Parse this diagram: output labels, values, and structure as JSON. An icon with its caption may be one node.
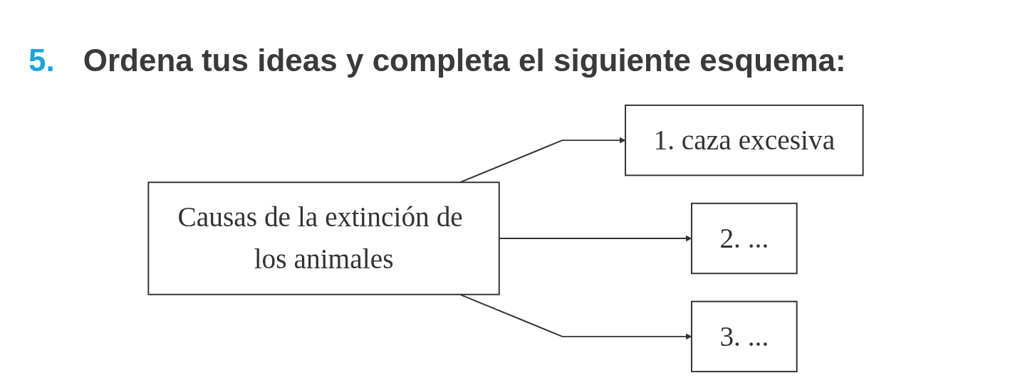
{
  "diagram": {
    "title": "Ordena tus ideas y completa el siguiente esquema:",
    "nodes": [
      {
        "text": [
          "Causas de la extinción de los animales"
        ]
      },
      {
        "text": [
          "1. caza excesiva"
        ]
      },
      {
        "text": [
          "2. ..."
        ]
      },
      {
        "text": [
          "3. ..."
        ]
      }
    ],
    "edges": [
      {
        "from": 0,
        "to": 1,
        "arrow": "to"
      },
      {
        "from": 0,
        "to": 2,
        "arrow": "to"
      },
      {
        "from": 0,
        "to": 3,
        "arrow": "to"
      }
    ],
    "labels": [
      "5."
    ]
  }
}
